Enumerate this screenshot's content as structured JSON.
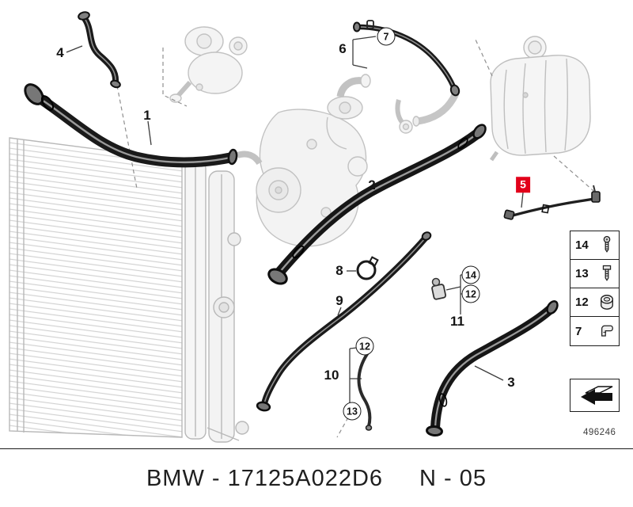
{
  "footer": {
    "catalog_label": "BMW - 17125A022D6",
    "page_label": "N - 05"
  },
  "diagram": {
    "number": "496246",
    "highlight_color": "#e2001a",
    "callouts": [
      {
        "label": "4",
        "style": "plain"
      },
      {
        "label": "1",
        "style": "plain"
      },
      {
        "label": "6",
        "style": "plain"
      },
      {
        "label": "7",
        "style": "circled"
      },
      {
        "label": "2",
        "style": "plain"
      },
      {
        "label": "5",
        "style": "highlighted"
      },
      {
        "label": "8",
        "style": "plain"
      },
      {
        "label": "9",
        "style": "plain"
      },
      {
        "label": "14",
        "style": "circled"
      },
      {
        "label": "12",
        "style": "circled"
      },
      {
        "label": "11",
        "style": "plain"
      },
      {
        "label": "12",
        "style": "circled"
      },
      {
        "label": "10",
        "style": "plain"
      },
      {
        "label": "13",
        "style": "circled"
      },
      {
        "label": "3",
        "style": "plain"
      }
    ]
  },
  "legend": {
    "items": [
      {
        "label": "14",
        "icon": "torx-bolt-icon"
      },
      {
        "label": "13",
        "icon": "hex-bolt-icon"
      },
      {
        "label": "12",
        "icon": "hose-clamp-icon"
      },
      {
        "label": "7",
        "icon": "spring-clip-icon"
      }
    ]
  }
}
